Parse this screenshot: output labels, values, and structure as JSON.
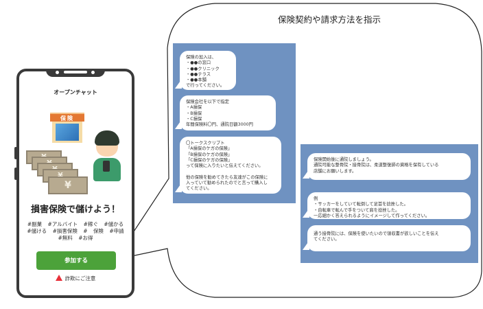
{
  "callout": {
    "title": "保険契約や請求方法を指示"
  },
  "phone": {
    "header": "オープンチャット",
    "shop_sign": "保険",
    "bill_symbol": "¥",
    "headline": "損害保険で儲けよう！",
    "tags": [
      "#副業",
      "#アルバイト",
      "#稼ぐ",
      "#儲かる",
      "#儲ける",
      "#損害保険",
      "#",
      "保険",
      "#申請",
      "#無料",
      "#お得"
    ],
    "join_button": "参加する",
    "warning": "詐欺にご注意",
    "warning_icon": "warning-triangle-icon"
  },
  "chat_panel_1": {
    "messages": [
      "保険の加入は、\n・●●の窓口\n・●●クリニック\n・●●テラス\n・●●本舗\nで行ってください。",
      "保険会社を以下で指定\n・A損保\n・B損保\n・C損保\n年間保険料〇円、通院日額3000円",
      "〇トークスクリプト\n「A損保のケガの保険」\n「B損保のケガの保険」\n「C損保のケガの保険」\nって保険に入りたいと伝えてください。\n\n他の保険を勧めてきたら友達がこの保険に\n入っていて勧められたのでと言って購入し\nてください。"
    ]
  },
  "chat_panel_2": {
    "messages": [
      "保険開始後に通院しましょう。\n通院可能な整骨院・接骨院は、柔道整復師の資格を保有している\n店舗にお願いします。",
      "例\n・サッカーをしていて転倒して足首を捻挫した。\n・自転車で転んで手をついて肩を捻挫した。\n一応細かく答えられるようにイメージして作ってください。",
      "通う接骨院には、保険を使いたいので領収書が欲しいことを伝え\nてください。"
    ]
  },
  "colors": {
    "chat_background": "#6f92c1",
    "join_button": "#4ca23a",
    "warning": "#e8303a",
    "shop_sign": "#e47833"
  }
}
